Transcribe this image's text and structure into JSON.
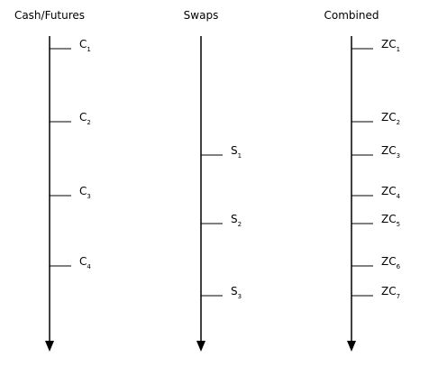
{
  "columns": [
    {
      "title": "Cash/Futures",
      "ticks": [
        {
          "label": "C",
          "subscript": "1"
        },
        {
          "label": "C",
          "subscript": "2"
        },
        {
          "label": "C",
          "subscript": "3"
        },
        {
          "label": "C",
          "subscript": "4"
        }
      ]
    },
    {
      "title": "Swaps",
      "ticks": [
        {
          "label": "S",
          "subscript": "1"
        },
        {
          "label": "S",
          "subscript": "2"
        },
        {
          "label": "S",
          "subscript": "3"
        }
      ]
    },
    {
      "title": "Combined",
      "ticks": [
        {
          "label": "ZC",
          "subscript": "1"
        },
        {
          "label": "ZC",
          "subscript": "2"
        },
        {
          "label": "ZC",
          "subscript": "3"
        },
        {
          "label": "ZC",
          "subscript": "4"
        },
        {
          "label": "ZC",
          "subscript": "5"
        },
        {
          "label": "ZC",
          "subscript": "6"
        },
        {
          "label": "ZC",
          "subscript": "7"
        }
      ]
    }
  ],
  "colors": {
    "line": "#000000",
    "text": "#000000",
    "background": "#ffffff"
  }
}
